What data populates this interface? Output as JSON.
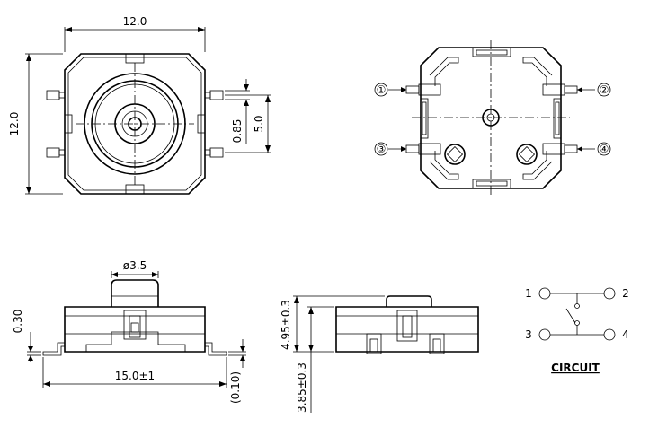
{
  "top_view": {
    "width_label": "12.0",
    "height_label": "12.0",
    "pin_pitch_label": "5.0",
    "pin_width_label": "0.85"
  },
  "bottom_view": {
    "pin_labels": [
      "①",
      "②",
      "③",
      "④"
    ]
  },
  "side_view": {
    "diameter_label": "ø3.5",
    "length_label": "15.0±1",
    "lead_thickness_label": "0.30",
    "lead_offset_label": "(0.10)"
  },
  "front_view": {
    "height_label": "4.95±0.3",
    "body_height_label": "3.85±0.3"
  },
  "circuit": {
    "terminals": [
      "1",
      "2",
      "3",
      "4"
    ],
    "title": "CIRCUIT"
  }
}
